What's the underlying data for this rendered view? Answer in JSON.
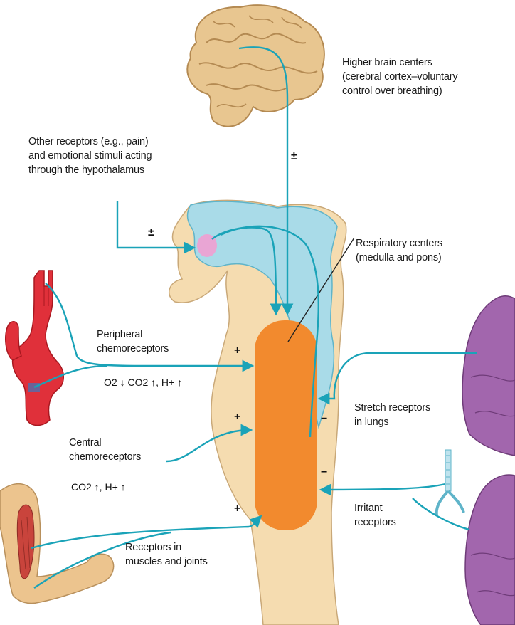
{
  "labels": {
    "higher_brain_1": "Higher brain centers",
    "higher_brain_2": "(cerebral cortex–voluntary",
    "higher_brain_3": "control over breathing)",
    "other_1": "Other receptors (e.g., pain)",
    "other_2": "and emotional stimuli acting",
    "other_3": "through the hypothalamus",
    "resp_1": "Respiratory centers",
    "resp_2": "(medulla and pons)",
    "periph_1": "Peripheral",
    "periph_2": "chemoreceptors",
    "periph_stimulus": "O2 ↓ CO2 ↑, H+ ↑",
    "central_1": "Central",
    "central_2": "chemoreceptors",
    "central_stimulus": "CO2 ↑, H+ ↑",
    "stretch_1": "Stretch receptors",
    "stretch_2": "in lungs",
    "irritant_1": "Irritant",
    "irritant_2": "receptors",
    "muscle_1": "Receptors in",
    "muscle_2": "muscles and joints"
  },
  "signs": {
    "plus_minus": "±",
    "plus": "+",
    "minus": "−"
  },
  "colors": {
    "arrow": "#1aa3b8",
    "brainstem": "#f5dcb0",
    "hypothalamus": "#a9dbe8",
    "resp_center": "#f28a2e",
    "artery": "#e0303a",
    "lung": "#a266ad",
    "brain": "#e8c690",
    "skin": "#ecc48e"
  }
}
